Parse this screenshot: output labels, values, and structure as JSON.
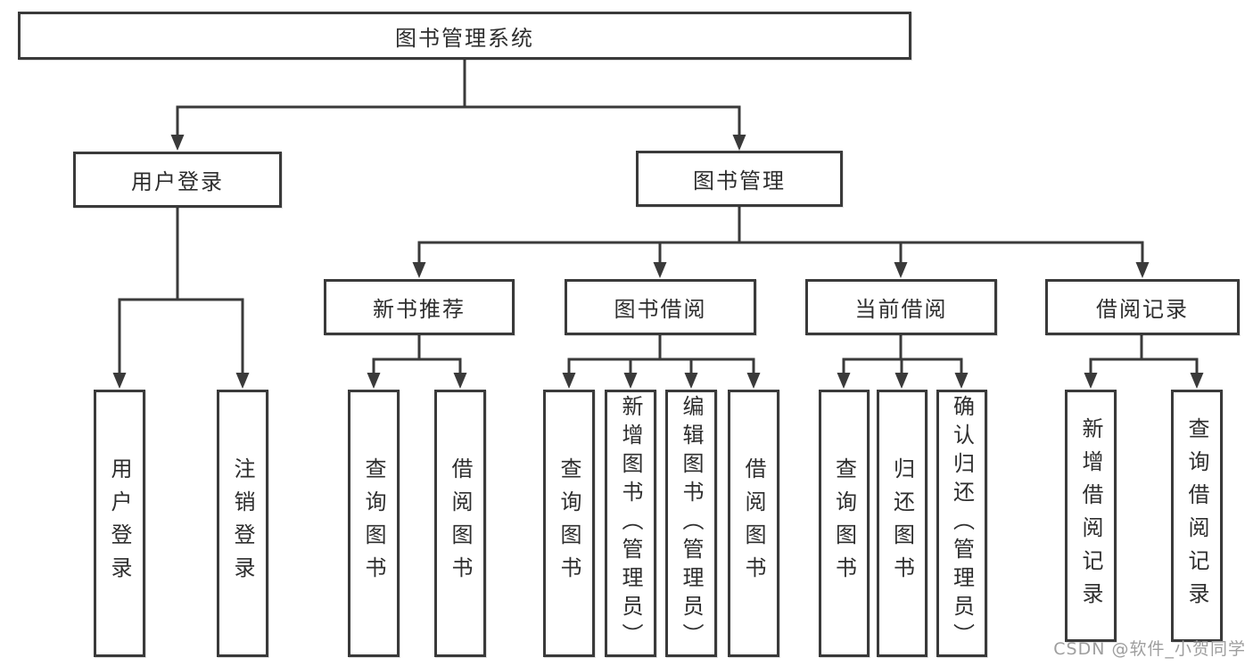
{
  "tree": {
    "root": {
      "label": "图书管理系统"
    },
    "branches": [
      {
        "label": "用户登录",
        "children": [
          {
            "label": "用户登录"
          },
          {
            "label": "注销登录"
          }
        ]
      },
      {
        "label": "图书管理",
        "children": [
          {
            "label": "新书推荐",
            "children": [
              {
                "label": "查询图书"
              },
              {
                "label": "借阅图书"
              }
            ]
          },
          {
            "label": "图书借阅",
            "children": [
              {
                "label": "查询图书"
              },
              {
                "label": "新增图书（管理员）"
              },
              {
                "label": "编辑图书（管理员）"
              },
              {
                "label": "借阅图书"
              }
            ]
          },
          {
            "label": "当前借阅",
            "children": [
              {
                "label": "查询图书"
              },
              {
                "label": "归还图书"
              },
              {
                "label": "确认归还（管理员）"
              }
            ]
          },
          {
            "label": "借阅记录",
            "children": [
              {
                "label": "新增借阅记录"
              },
              {
                "label": "查询借阅记录"
              }
            ]
          }
        ]
      }
    ]
  },
  "watermark": {
    "text": "CSDN @软件_小贺同学"
  },
  "colors": {
    "line": "#3a3a3a",
    "box_border": "#3a3a3a",
    "text": "#2e2e2e",
    "watermark": "#9e9e9e",
    "background": "#ffffff"
  }
}
